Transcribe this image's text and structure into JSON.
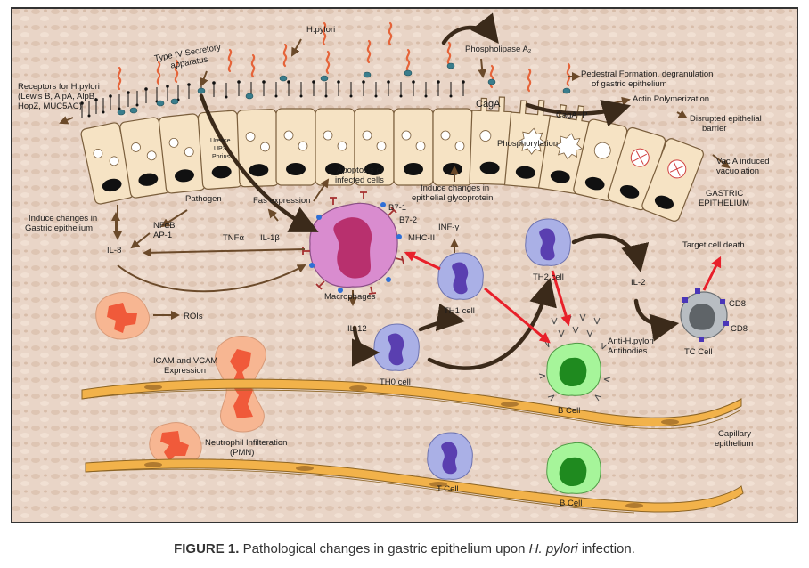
{
  "colors": {
    "background": "#e9d5c7",
    "frame": "#333333",
    "cell_fill": "#f6e3c4",
    "cell_stroke": "#7a5e3c",
    "nucleus": "#111111",
    "macrophage": "#d98ccf",
    "macrophage_nucleus": "#b8306e",
    "th_cell": "#aab0e6",
    "th_nucleus": "#5a3fb0",
    "b_cell": "#a6f59a",
    "b_nucleus": "#1f8a1f",
    "tc_cell": "#b8bdc2",
    "tc_nucleus": "#5f6468",
    "neutrophil": "#f7b692",
    "neutrophil_nucleus": "#f05a3a",
    "capillary": "#f2b24a",
    "capillary_nucleus": "#b07a2f",
    "arrow_brown": "#6b4a2a",
    "arrow_red": "#e8202a",
    "bacteria": "#e5643a"
  },
  "labels": {
    "receptors": [
      "Receptors for H.pylori",
      "(Lewis B, AlpA, AlpB,",
      "HopZ, MUC5AC)"
    ],
    "secretory": [
      "Type IV Secretory",
      "apparatus"
    ],
    "hpylori": "H.pylori",
    "phospholipase": "Phospholipase A₂",
    "pedestal": [
      "Pedestral Formation, degranulation",
      "of gastric  epithelium"
    ],
    "actin": "Actin Polymerization",
    "disrupted": [
      "Disrupted epithelial",
      "barrier"
    ],
    "vaca": [
      "Vac A induced",
      "vacuolation"
    ],
    "gastric_epithelium": [
      "GASTRIC",
      "EPITHELIUM"
    ],
    "caga": "CagA",
    "caga_p": "CagA~P",
    "phosphorylation": "Phosphorylation",
    "urease": [
      "Urease",
      "UP3",
      "Porins"
    ],
    "apoptosis": [
      "Apoptosis of",
      "infected cells"
    ],
    "fas": "Fas  expression",
    "pathogen": "Pathogen",
    "induce_glyco": [
      "Induce changes in",
      "epithelial glycoprotein"
    ],
    "induce_gastric": [
      "Induce changes in",
      "Gastric epithelium"
    ],
    "nfkb": [
      "NFαB",
      "AP-1"
    ],
    "il8": "IL-8",
    "tnfa": "TNFα",
    "il1b": "IL-1β",
    "b71": "B7-1",
    "b72": "B7-2",
    "mhc2": "MHC-II",
    "infg": "INF-γ",
    "macrophages": "Macrophages",
    "th1": "TH1 cell",
    "th2": "TH2 cell",
    "il2": "IL-2",
    "target_death": "Target cell death",
    "cd8_a": "CD8",
    "cd8_b": "CD8",
    "tc_cell": "TC Cell",
    "rois": "ROIs",
    "il12": "IL-12",
    "th0": "TH0 cell",
    "anti_hp": [
      "Anti-H.pylori",
      "Antibodies"
    ],
    "icam": [
      "ICAM and VCAM",
      "Expression"
    ],
    "b_cell_top": "B Cell",
    "neutrophil": [
      "Neutrophil Infilteration",
      "(PMN)"
    ],
    "capillary": [
      "Capillary",
      "epithelium"
    ],
    "t_cell": "T Cell",
    "b_cell_bottom": "B Cell"
  },
  "caption": {
    "label": "FIGURE 1.",
    "text_before": " Pathological changes in gastric epithelium upon ",
    "italic": "H. pylori",
    "text_after": " infection."
  }
}
